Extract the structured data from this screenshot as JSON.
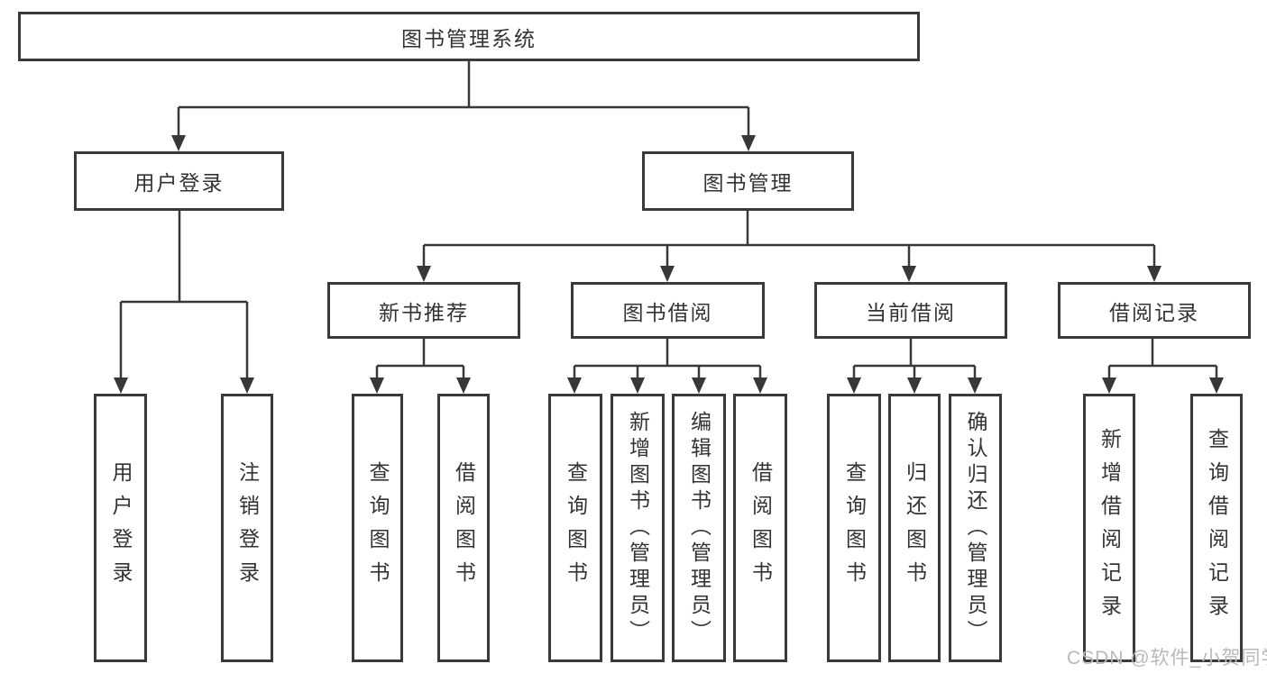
{
  "tree": {
    "root": {
      "label": "图书管理系统"
    },
    "level2": [
      {
        "label": "用户登录"
      },
      {
        "label": "图书管理"
      }
    ],
    "level3": [
      {
        "label": "新书推荐",
        "parent": "图书管理"
      },
      {
        "label": "图书借阅",
        "parent": "图书管理"
      },
      {
        "label": "当前借阅",
        "parent": "图书管理"
      },
      {
        "label": "借阅记录",
        "parent": "图书管理"
      }
    ],
    "leaves": [
      {
        "label": "用户登录",
        "parent": "用户登录"
      },
      {
        "label": "注销登录",
        "parent": "用户登录"
      },
      {
        "label": "查询图书",
        "parent": "新书推荐"
      },
      {
        "label": "借阅图书",
        "parent": "新书推荐"
      },
      {
        "label": "查询图书",
        "parent": "图书借阅"
      },
      {
        "label": "新增图书（管理员）",
        "parent": "图书借阅"
      },
      {
        "label": "编辑图书（管理员）",
        "parent": "图书借阅"
      },
      {
        "label": "借阅图书",
        "parent": "图书借阅"
      },
      {
        "label": "查询图书",
        "parent": "当前借阅"
      },
      {
        "label": "归还图书",
        "parent": "当前借阅"
      },
      {
        "label": "确认归还（管理员）",
        "parent": "当前借阅"
      },
      {
        "label": "新增借阅记录",
        "parent": "借阅记录"
      },
      {
        "label": "查询借阅记录",
        "parent": "借阅记录"
      }
    ]
  },
  "watermark": {
    "text": "CSDN @软件_小贺同学",
    "color": "#b9b9b9"
  },
  "colors": {
    "line": "#383838",
    "box_border": "#3a3a3a",
    "text": "#333333",
    "background": "#ffffff"
  }
}
